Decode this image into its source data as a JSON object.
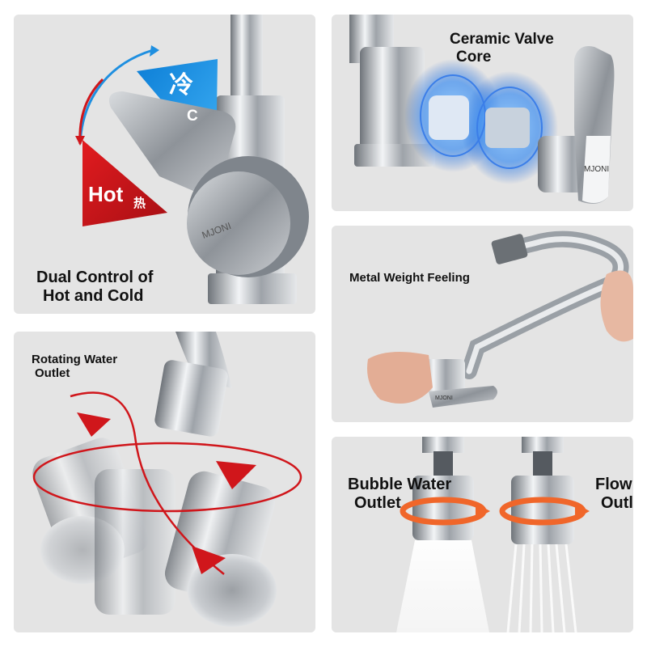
{
  "panel_hot_cold": {
    "caption_line1": "Dual Control of",
    "caption_line2": "Hot and Cold",
    "cold_char": "冷",
    "cold_letter": "C",
    "hot_label": "Hot",
    "hot_char": "热",
    "brand": "MJONI"
  },
  "panel_valve": {
    "caption_line1": "Ceramic Valve",
    "caption_line2": "Core",
    "brand": "MJONI"
  },
  "panel_metal": {
    "caption": "Metal Weight Feeling",
    "brand": "MJONI"
  },
  "panel_rotating": {
    "caption_line1": "Rotating Water",
    "caption_line2": "Outlet"
  },
  "panel_outlets": {
    "bubble_line1": "Bubble Water",
    "bubble_line2": "Outlet",
    "flow_line1": "Flow",
    "flow_line2": "Outl"
  },
  "colors": {
    "panel_bg": "#e4e4e4",
    "cold_blue": "#1e8fe0",
    "hot_red": "#d0161b",
    "arrow_orange": "#f0662a",
    "chrome": "#b8bcc2"
  }
}
